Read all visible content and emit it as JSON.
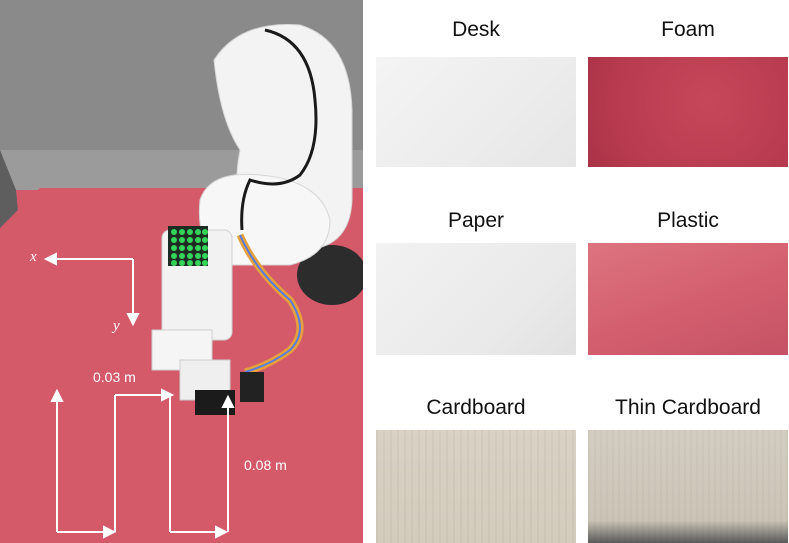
{
  "photo": {
    "axis_x_label": "x",
    "axis_y_label": "y",
    "spacing_label": "0.03 m",
    "length_label": "0.08 m"
  },
  "materials": [
    {
      "name": "Desk",
      "swatch_color": "#ececec"
    },
    {
      "name": "Foam",
      "swatch_color": "#b93c50"
    },
    {
      "name": "Paper",
      "swatch_color": "#e8e8e8"
    },
    {
      "name": "Plastic",
      "swatch_color": "#d4606f"
    },
    {
      "name": "Cardboard",
      "swatch_color": "#d5cdbf"
    },
    {
      "name": "Thin Cardboard",
      "swatch_color": "#cdc6b8"
    }
  ]
}
